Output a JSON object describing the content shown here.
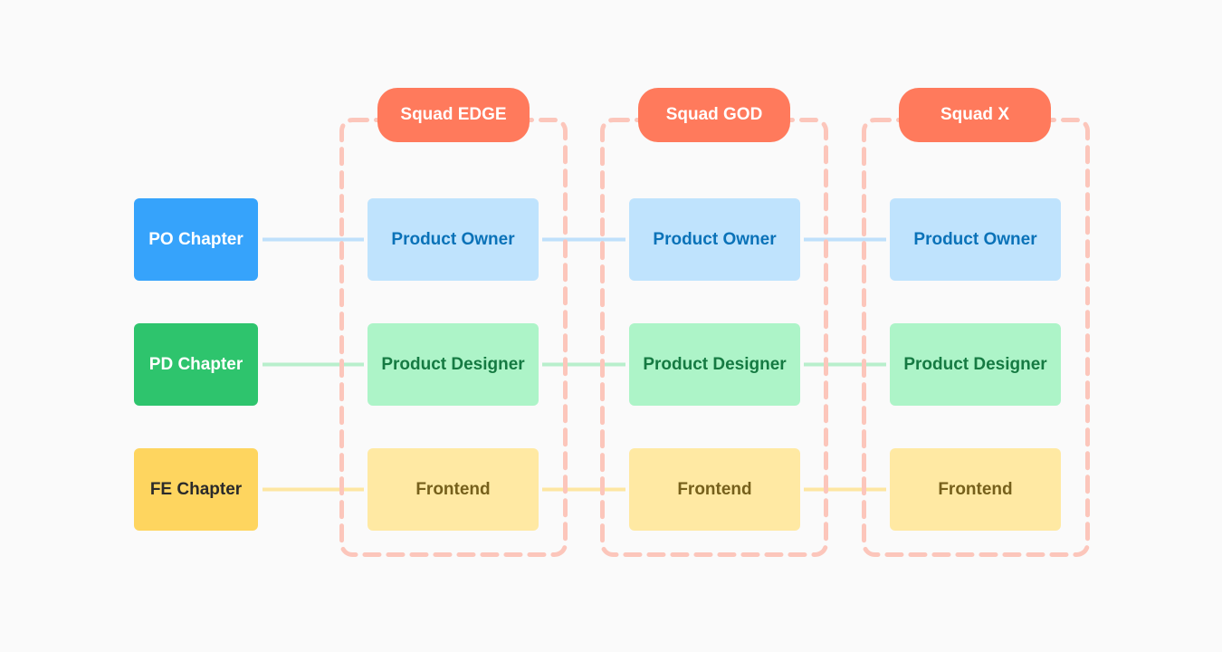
{
  "colors": {
    "background": "#fafafa",
    "squad_header": "#ff7a5c",
    "squad_dash": "#fcc6bb",
    "po": {
      "chapter": "#36a3fb",
      "chapter_text": "#ffffff",
      "role": "#bfe3fd",
      "role_text": "#0a72b8",
      "line": "#bfe0fb"
    },
    "pd": {
      "chapter": "#2ec46d",
      "chapter_text": "#ffffff",
      "role": "#adf4c8",
      "role_text": "#157a42",
      "line": "#b8efcc"
    },
    "fe": {
      "chapter": "#fed55f",
      "chapter_text": "#2a2a2a",
      "role": "#ffe9a3",
      "role_text": "#76601b",
      "line": "#fde6a2"
    }
  },
  "chapters": [
    {
      "key": "po",
      "label": "PO Chapter"
    },
    {
      "key": "pd",
      "label": "PD Chapter"
    },
    {
      "key": "fe",
      "label": "FE Chapter"
    }
  ],
  "squads": [
    {
      "name": "Squad EDGE",
      "roles": [
        "Product Owner",
        "Product Designer",
        "Frontend"
      ]
    },
    {
      "name": "Squad GOD",
      "roles": [
        "Product Owner",
        "Product Designer",
        "Frontend"
      ]
    },
    {
      "name": "Squad X",
      "roles": [
        "Product Owner",
        "Product Designer",
        "Frontend"
      ]
    }
  ]
}
